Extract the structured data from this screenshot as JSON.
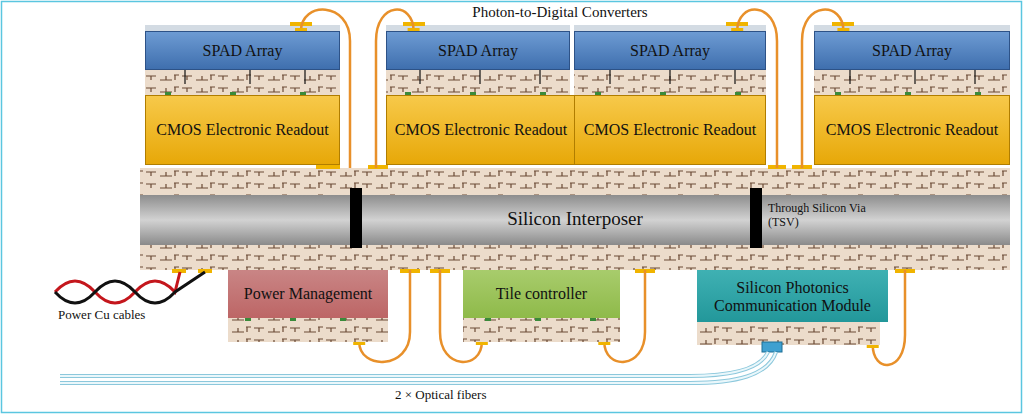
{
  "diagram": {
    "title": "Photon-to-Digital Converters",
    "nodes": [
      {
        "text": [
          "SPAD Array"
        ]
      },
      {
        "text": [
          "CMOS Electronic Readout"
        ]
      },
      {
        "text": [
          "SPAD Array"
        ]
      },
      {
        "text": [
          "CMOS Electronic Readout"
        ]
      },
      {
        "text": [
          "SPAD Array"
        ]
      },
      {
        "text": [
          "CMOS Electronic Readout"
        ]
      },
      {
        "text": [
          "SPAD Array"
        ]
      },
      {
        "text": [
          "CMOS Electronic Readout"
        ]
      },
      {
        "text": [
          "Silicon Interposer"
        ]
      },
      {
        "text": [
          "Power Management"
        ]
      },
      {
        "text": [
          "Tile controller"
        ]
      },
      {
        "text": [
          "Silicon Photonics Communication Module"
        ]
      }
    ],
    "edges": [
      {
        "from": 0,
        "to": 8,
        "arrow": "none"
      },
      {
        "from": 2,
        "to": 8,
        "arrow": "none"
      },
      {
        "from": 4,
        "to": 8,
        "arrow": "none"
      },
      {
        "from": 6,
        "to": 8,
        "arrow": "none"
      },
      {
        "from": 9,
        "to": 8,
        "arrow": "none"
      },
      {
        "from": 10,
        "to": 8,
        "arrow": "none"
      },
      {
        "from": 10,
        "to": 8,
        "arrow": "none"
      },
      {
        "from": 11,
        "to": 8,
        "arrow": "none"
      }
    ],
    "labels": [
      "Through Silicon Via (TSV)",
      "Power Cu cables",
      "2 × Optical fibers"
    ]
  }
}
